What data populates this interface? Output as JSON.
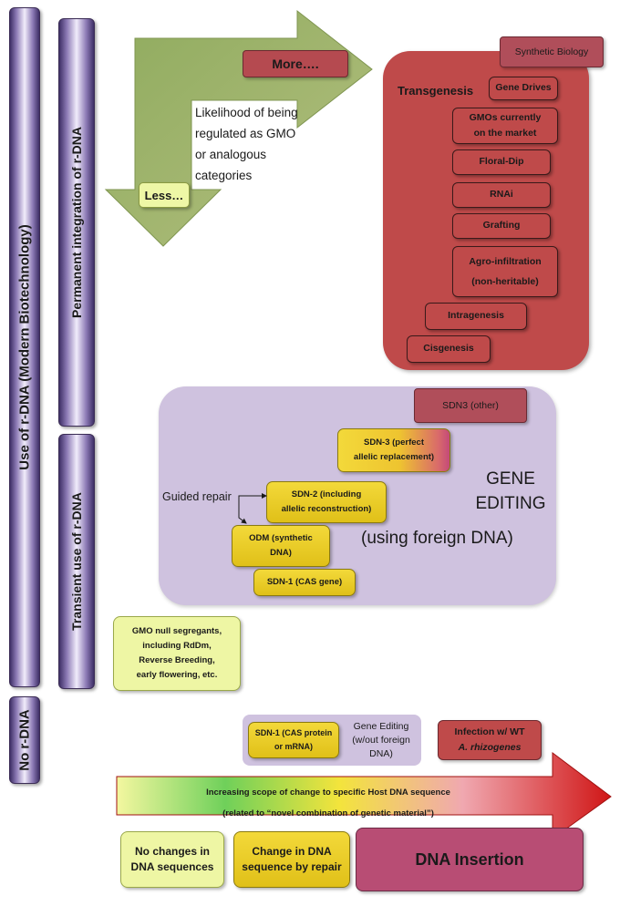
{
  "vertical_labels": {
    "use_rdna": "Use of r-DNA (Modern Biotechnology)",
    "no_rdna": "No r-DNA",
    "permanent": "Permanent integration of r-DNA",
    "transient": "Transient use of r-DNA"
  },
  "arrow": {
    "more": "More….",
    "less": "Less…",
    "likelihood_lines": [
      "Likelihood of being",
      "regulated as GMO",
      "or analogous",
      "categories"
    ]
  },
  "transgenesis": {
    "synthetic_biology": "Synthetic Biology",
    "title": "Transgenesis",
    "gene_drives": "Gene Drives",
    "gmos_market": [
      "GMOs currently",
      "on the market"
    ],
    "floral_dip": "Floral-Dip",
    "rnai": "RNAi",
    "grafting": "Grafting",
    "agro": [
      "Agro-infiltration",
      "(non-heritable)"
    ],
    "intragenesis": "Intragenesis",
    "cisgenesis": "Cisgenesis"
  },
  "gene_editing": {
    "sdn3_other": "SDN3 (other)",
    "sdn3_perfect": [
      "SDN-3 (perfect",
      "allelic replacement)"
    ],
    "sdn2": [
      "SDN-2 (including",
      "allelic reconstruction)"
    ],
    "odm": [
      "ODM (synthetic",
      "DNA)"
    ],
    "sdn1_cas_gene": "SDN-1 (CAS gene)",
    "guided_repair": "Guided repair",
    "title_lines": [
      "GENE",
      "EDITING"
    ],
    "subtitle": "(using foreign DNA)"
  },
  "null_segregants": [
    "GMO null segregants,",
    "including RdDm,",
    "Reverse Breeding,",
    "early flowering, etc."
  ],
  "sdn1_protein": [
    "SDN-1 (CAS protein",
    "or mRNA)"
  ],
  "gene_editing_small": [
    "Gene Editing",
    "(w/out foreign",
    "DNA)"
  ],
  "infection": [
    "Infection w/ WT",
    "A. rhizogenes"
  ],
  "bottom_arrow": {
    "line1": "Increasing scope of change to specific Host DNA sequence",
    "line2": "(related to “novel combination of genetic material”)"
  },
  "bottom_boxes": {
    "no_changes": [
      "No changes in",
      "DNA sequences"
    ],
    "repair": [
      "Change in DNA",
      "sequence by repair"
    ],
    "insertion": "DNA Insertion"
  },
  "colors": {
    "red": "#bf4a4a",
    "lavender": "#cfc2df",
    "yellow": "#e8cb25",
    "green_arrow": "#9bb061",
    "purple_bar": "#8c7ab5"
  }
}
